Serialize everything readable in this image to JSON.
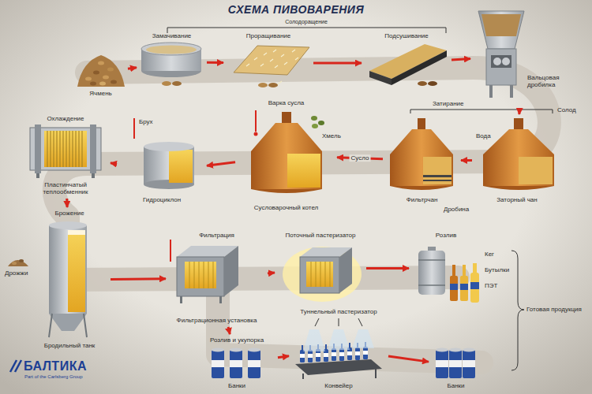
{
  "diagram": {
    "title": "СХЕМА ПИВОВАРЕНИЯ",
    "nodes": [
      {
        "text": [
          "Ячмень"
        ]
      },
      {
        "text": [
          "Замачивание"
        ]
      },
      {
        "text": [
          "Проращивание"
        ]
      },
      {
        "text": [
          "Подсушивание"
        ]
      },
      {
        "text": [
          "Вальцовая дробилка"
        ]
      },
      {
        "text": [
          "Заторный чан"
        ]
      },
      {
        "text": [
          "Фильтрчан"
        ]
      },
      {
        "text": [
          "Варка сусла",
          "Сусловарочный котел"
        ]
      },
      {
        "text": [
          "Гидроциклон"
        ]
      },
      {
        "text": [
          "Охлаждение",
          "Пластинчатый теплообменник"
        ]
      },
      {
        "text": [
          "Брожение",
          "Бродильный танк"
        ]
      },
      {
        "text": [
          "Фильтрация",
          "Фильтрационная установка"
        ]
      },
      {
        "text": [
          "Поточный пастеризатор"
        ]
      },
      {
        "text": [
          "Розлив"
        ]
      },
      {
        "text": [
          "Розлив и укупорка",
          "Банки"
        ]
      },
      {
        "text": [
          "Туннельный пастеризатор",
          "Конвейер"
        ]
      },
      {
        "text": [
          "Банки"
        ]
      }
    ],
    "edges": [
      {
        "from": 0,
        "to": 1,
        "arrow": "to"
      },
      {
        "from": 1,
        "to": 2,
        "arrow": "to"
      },
      {
        "from": 2,
        "to": 3,
        "arrow": "to"
      },
      {
        "from": 3,
        "to": 4,
        "arrow": "to"
      },
      {
        "from": 4,
        "to": 5,
        "arrow": "to"
      },
      {
        "from": 5,
        "to": 6,
        "arrow": "to"
      },
      {
        "from": 6,
        "to": 7,
        "label": "Сусло",
        "arrow": "to"
      },
      {
        "from": 7,
        "to": 8,
        "arrow": "to"
      },
      {
        "from": 8,
        "to": 9,
        "arrow": "to"
      },
      {
        "from": 9,
        "to": 10,
        "arrow": "to"
      },
      {
        "from": 10,
        "to": 11,
        "arrow": "to"
      },
      {
        "from": 11,
        "to": 12,
        "arrow": "to"
      },
      {
        "from": 12,
        "to": 13,
        "arrow": "to"
      },
      {
        "from": 11,
        "to": 14,
        "arrow": "to"
      },
      {
        "from": 14,
        "to": 15,
        "arrow": "to"
      },
      {
        "from": 15,
        "to": 16,
        "arrow": "to"
      }
    ],
    "labels": [
      "Солодоращение",
      "Затирание",
      "Солод",
      "Вода",
      "Дробина",
      "Хмель",
      "Брух",
      "Дрожжи",
      "Кег",
      "Бутылки",
      "ПЭТ",
      "Готовая продукция",
      "БАЛТИКА",
      "Part of the Carlsberg Group"
    ]
  }
}
